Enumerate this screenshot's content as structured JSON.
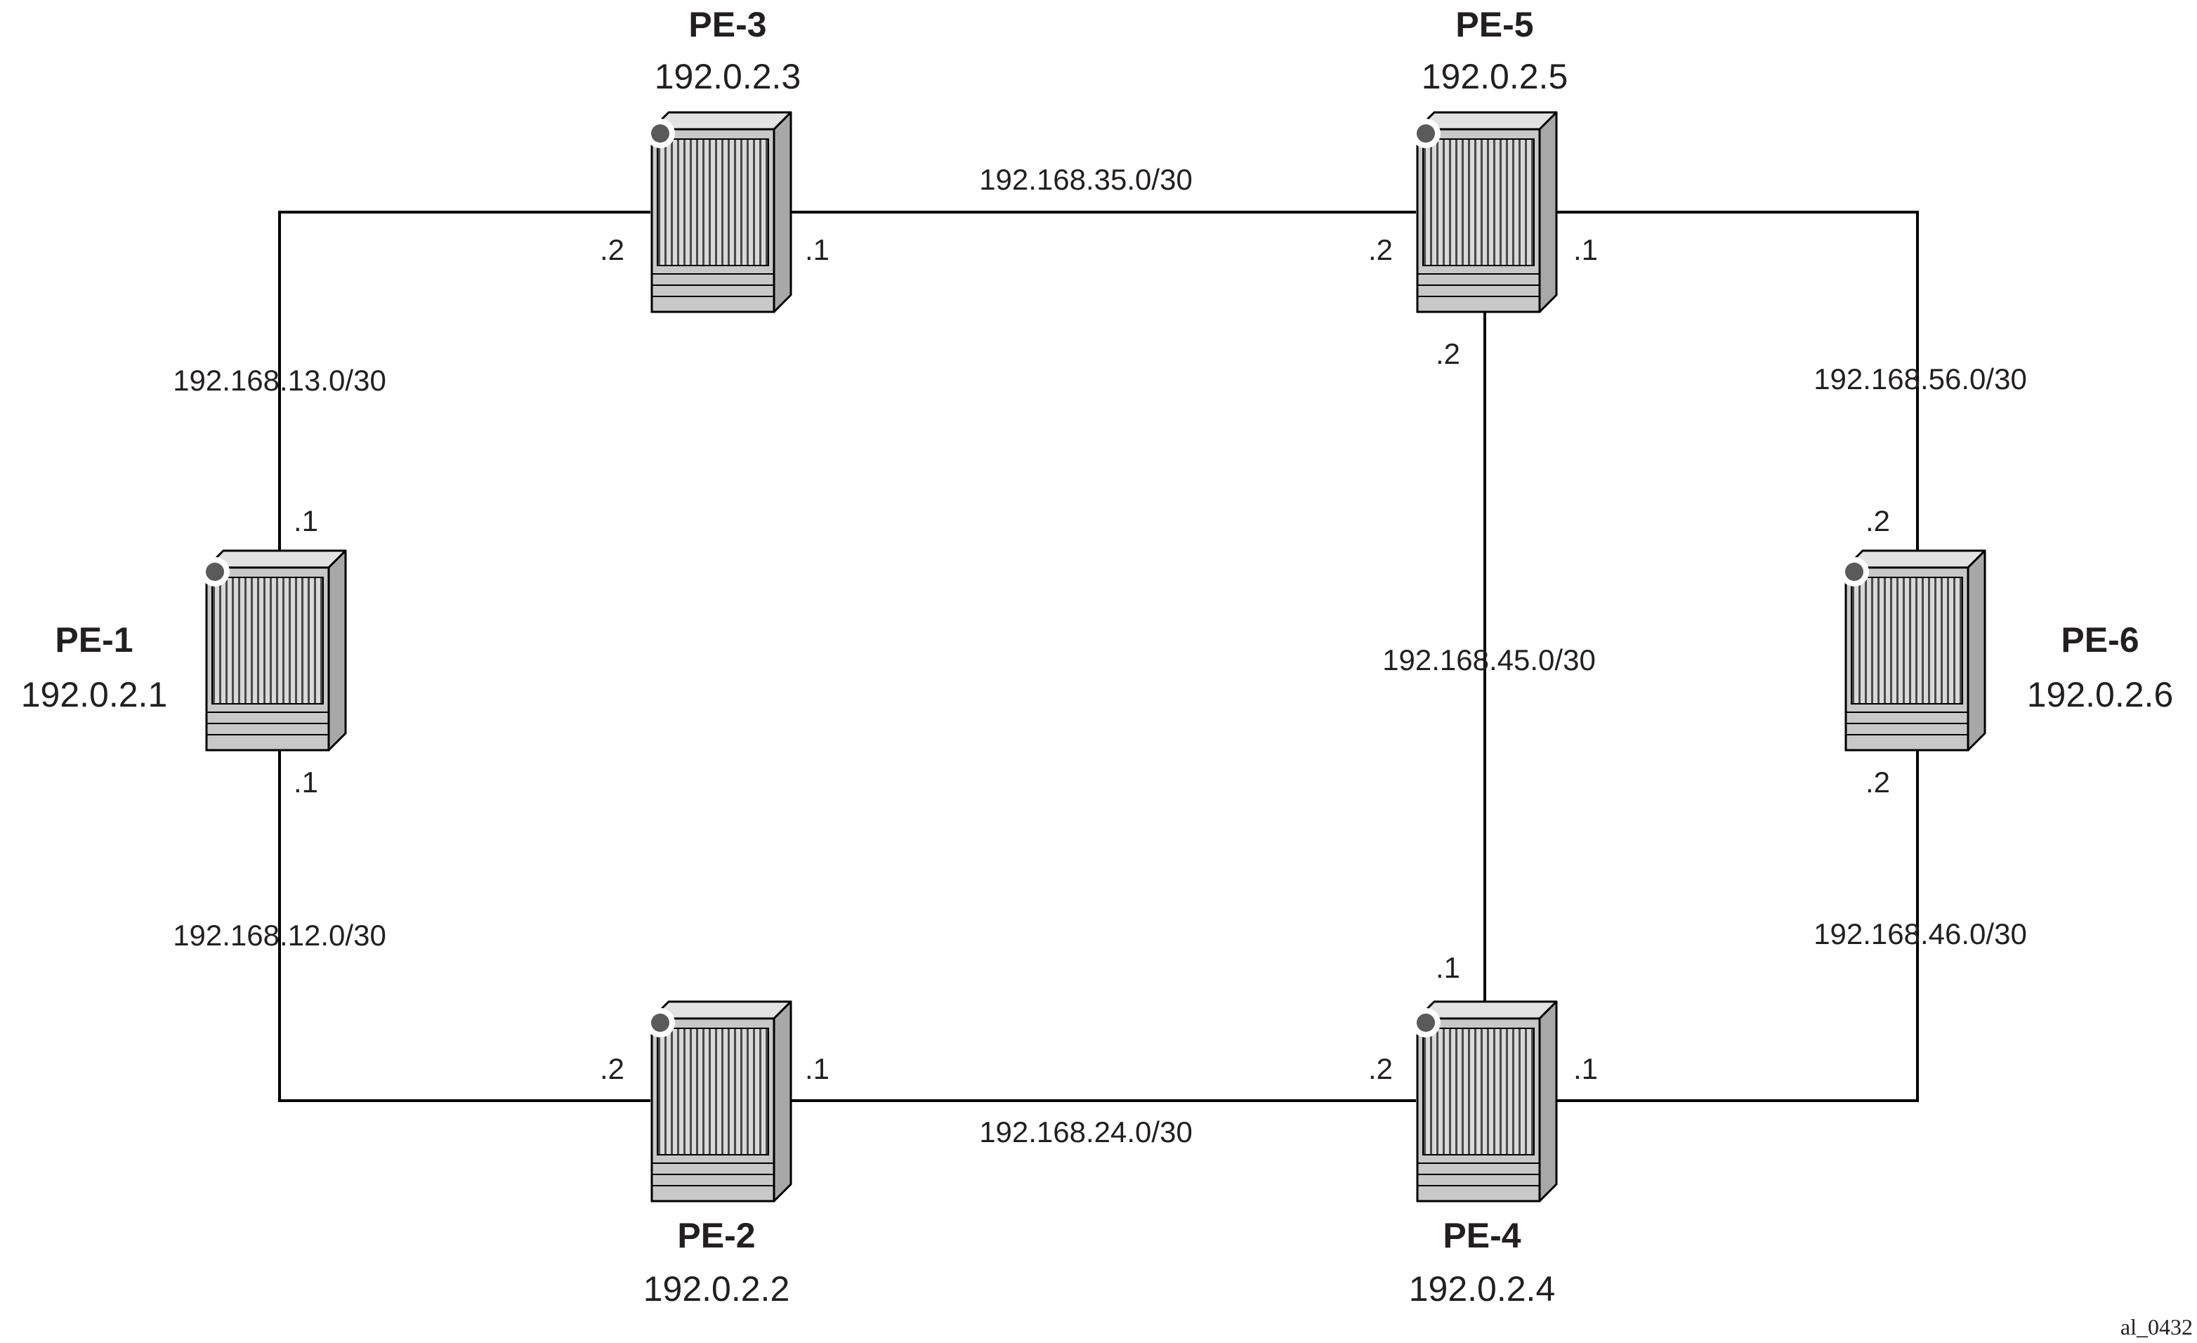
{
  "routers": {
    "pe1": {
      "name": "PE-1",
      "ip": "192.0.2.1"
    },
    "pe2": {
      "name": "PE-2",
      "ip": "192.0.2.2"
    },
    "pe3": {
      "name": "PE-3",
      "ip": "192.0.2.3"
    },
    "pe4": {
      "name": "PE-4",
      "ip": "192.0.2.4"
    },
    "pe5": {
      "name": "PE-5",
      "ip": "192.0.2.5"
    },
    "pe6": {
      "name": "PE-6",
      "ip": "192.0.2.6"
    }
  },
  "links": {
    "pe1_pe3": {
      "subnet": "192.168.13.0/30",
      "pe1_port": ".1",
      "pe3_port": ".2"
    },
    "pe1_pe2": {
      "subnet": "192.168.12.0/30",
      "pe1_port": ".1",
      "pe2_port": ".2"
    },
    "pe3_pe5": {
      "subnet": "192.168.35.0/30",
      "pe3_port": ".1",
      "pe5_port": ".2"
    },
    "pe2_pe4": {
      "subnet": "192.168.24.0/30",
      "pe2_port": ".1",
      "pe4_port": ".2"
    },
    "pe4_pe5": {
      "subnet": "192.168.45.0/30",
      "pe4_port": ".1",
      "pe5_port": ".2"
    },
    "pe5_pe6": {
      "subnet": "192.168.56.0/30",
      "pe5_port": ".1",
      "pe6_port": ".2"
    },
    "pe4_pe6": {
      "subnet": "192.168.46.0/30",
      "pe4_port": ".1",
      "pe6_port": ".2"
    }
  },
  "figure_id": "al_0432",
  "colors": {
    "router_front": "#c8c8c8",
    "router_side": "#a8a8a8",
    "router_top": "#e2e2e2",
    "indicator": "#5a5a5a",
    "line": "#000000"
  }
}
